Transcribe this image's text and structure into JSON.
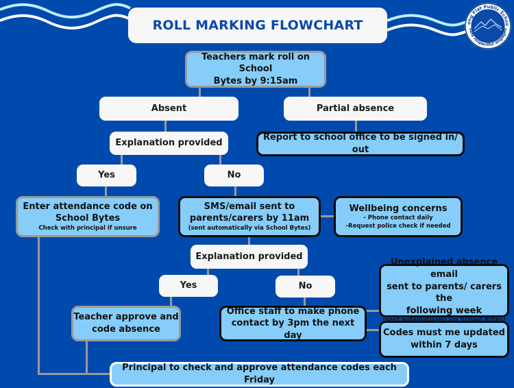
{
  "header": {
    "title": "ROLL MARKING FLOWCHART",
    "logo": {
      "name": "school-logo",
      "top_text": "Long Flat Public School",
      "bottom_text": "safe respectful engaged"
    }
  },
  "colors": {
    "background": "#004aad",
    "title_text": "#0a49a8",
    "node_white": "#f7f7f7",
    "node_blue": "#86cdf9",
    "connector": "#9a9a9a",
    "wave_light": "#bfeeff",
    "wave_white": "#ffffff"
  },
  "flow": {
    "start": {
      "line1": "Teachers mark roll on School",
      "line2": "Bytes by 9:15am"
    },
    "absent": "Absent",
    "partial_absence": "Partial absence",
    "partial_action": "Report to school office to be signed in/ out",
    "explanation_1": "Explanation provided",
    "yes_1": "Yes",
    "no_1": "No",
    "enter_code": {
      "line1": "Enter attendance code on",
      "line2": "School Bytes",
      "note": "Check with principal if unsure"
    },
    "sms": {
      "line1": "SMS/email sent to",
      "line2": "parents/carers by 11am",
      "note": "(sent automatically via School Bytes)"
    },
    "wellbeing": {
      "title": "Wellbeing concerns",
      "item1": "- Phone contact daily",
      "item2": "-Request police check if needed"
    },
    "explanation_2": "Explanation provided",
    "yes_2": "Yes",
    "no_2": "No",
    "teacher_approve": {
      "line1": "Teacher approve and",
      "line2": "code absence"
    },
    "office_staff": {
      "line1": "Office staff to make phone",
      "line2": "contact by 3pm the next day"
    },
    "unexplained_email": {
      "line1": "Unexplained absence email",
      "line2": "sent to parents/ carers the",
      "line3": "following week",
      "note": "(sent automatically via School Bytes)"
    },
    "codes_update": {
      "line1": "Codes must me updated",
      "line2": "within 7 days"
    },
    "principal_check": "Principal to check and approve attendance codes each Friday"
  }
}
